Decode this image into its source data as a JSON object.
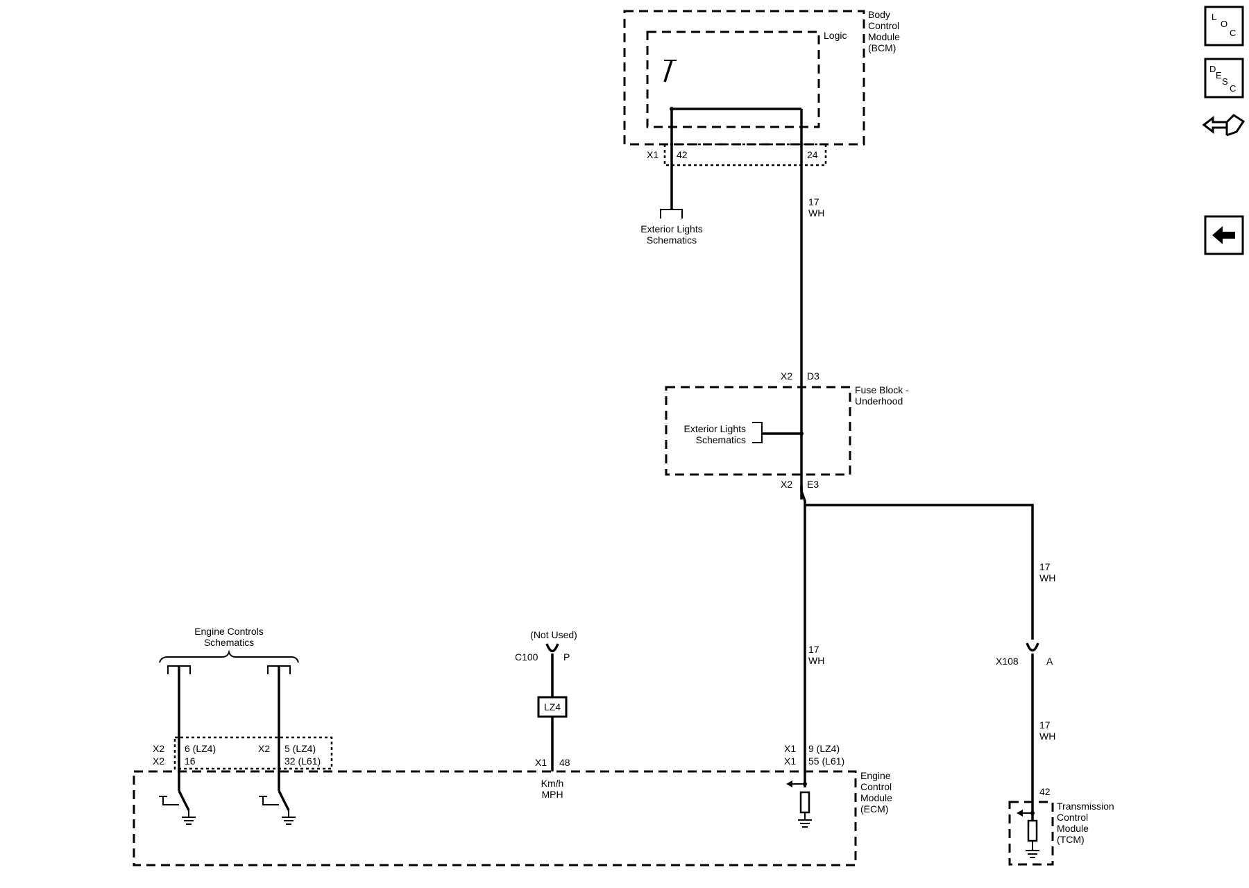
{
  "modules": {
    "bcm": {
      "name_lines": [
        "Body",
        "Control",
        "Module",
        "(BCM)"
      ],
      "logic_label": "Logic",
      "conn_x1": "X1",
      "pin_42": "42",
      "pin_24": "24"
    },
    "fuse_block": {
      "name_lines": [
        "Fuse Block -",
        "Underhood"
      ],
      "top_conn": "X2",
      "top_pin": "D3",
      "bottom_conn": "X2",
      "bottom_pin": "E3",
      "ref_lines": [
        "Exterior Lights",
        "Schematics"
      ]
    },
    "ecm": {
      "name_lines": [
        "Engine",
        "Control",
        "Module",
        "(ECM)"
      ],
      "conn_a": "X2",
      "conn_b": "X2",
      "pin_a_1": "6 (LZ4)",
      "pin_a_2": "16",
      "conn_c": "X2",
      "pin_b_1": "5 (LZ4)",
      "pin_b_2": "32 (L61)",
      "speed_conn": "X1",
      "speed_pin": "48",
      "speed_unit_1": "Km/h",
      "speed_unit_2": "MPH",
      "input_conn_1": "X1",
      "input_conn_2": "X1",
      "input_pin_1": "9 (LZ4)",
      "input_pin_2": "55 (L61)"
    },
    "tcm": {
      "name_lines": [
        "Transmission",
        "Control",
        "Module",
        "(TCM)"
      ],
      "pin": "42"
    }
  },
  "references": {
    "exterior_lights_top": [
      "Exterior Lights",
      "Schematics"
    ],
    "engine_controls": [
      "Engine Controls",
      "Schematics"
    ]
  },
  "connectors": {
    "c100": {
      "name": "C100",
      "pin": "P",
      "status": "(Not Used)"
    },
    "x108": {
      "name": "X108",
      "pin": "A"
    }
  },
  "options": {
    "lz4": "LZ4"
  },
  "wires": {
    "bcm_to_fuse": [
      "17",
      "WH"
    ],
    "fuse_to_ecm": [
      "17",
      "WH"
    ],
    "to_x108": [
      "17",
      "WH"
    ],
    "x108_to_tcm": [
      "17",
      "WH"
    ]
  },
  "nav": {
    "loc": [
      "L",
      "O",
      "C"
    ],
    "desc": [
      "D",
      "E",
      "S",
      "C"
    ],
    "ground_icon": "ground-arrow-icon",
    "back_icon": "back-arrow-icon"
  }
}
